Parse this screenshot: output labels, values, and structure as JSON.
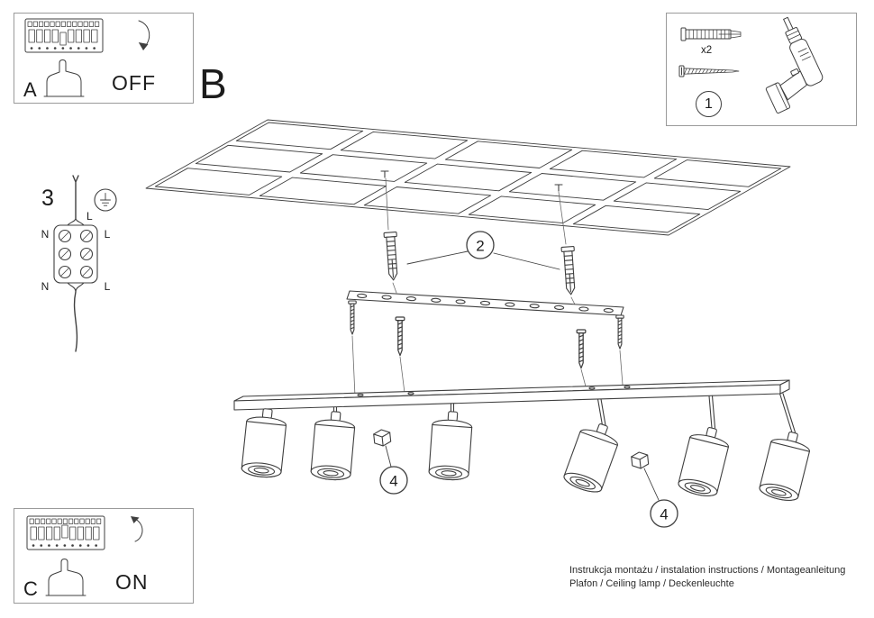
{
  "colors": {
    "background": "#ffffff",
    "line_art": "#3f3f3f",
    "guide_line": "#6a6a6a",
    "text": "#1c1c1c",
    "box_border": "#9a9a9a"
  },
  "power_off_panel": {
    "label": "A",
    "state": "OFF"
  },
  "power_on_panel": {
    "label": "C",
    "state": "ON"
  },
  "tools_panel": {
    "step": "1",
    "anchor_quantity": "x2"
  },
  "assembly_section": {
    "label": "B"
  },
  "wiring_diagram": {
    "step": "3",
    "earth_wire_label": "L",
    "top_left_label": "N",
    "top_right_label": "L",
    "bottom_left_label": "N",
    "bottom_right_label": "L"
  },
  "assembly_steps": {
    "anchors": "2",
    "left_connector": "4",
    "right_connector": "4"
  },
  "footer": {
    "line1": "Instrukcja montażu / instalation instructions / Montageanleitung",
    "line2": "Plafon / Ceiling lamp / Deckenleuchte"
  }
}
